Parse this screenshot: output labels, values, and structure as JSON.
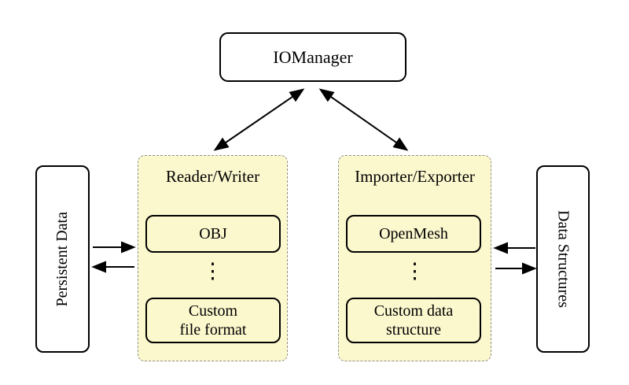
{
  "diagram": {
    "io_manager": {
      "label": "IOManager"
    },
    "reader_writer_panel": {
      "title": "Reader/Writer",
      "top_item": "OBJ",
      "ellipsis": "⋮",
      "bottom_item": "Custom\nfile format"
    },
    "importer_exporter_panel": {
      "title": "Importer/Exporter",
      "top_item": "OpenMesh",
      "ellipsis": "⋮",
      "bottom_item": "Custom data\nstructure"
    },
    "persistent_data": {
      "label": "Persistent Data"
    },
    "data_structures": {
      "label": "Data Structures"
    },
    "connections": [
      {
        "from": "IOManager",
        "to": "Reader/Writer",
        "type": "bidirectional"
      },
      {
        "from": "IOManager",
        "to": "Importer/Exporter",
        "type": "bidirectional"
      },
      {
        "from": "Persistent Data",
        "to": "Reader/Writer",
        "type": "one-way"
      },
      {
        "from": "Reader/Writer",
        "to": "Persistent Data",
        "type": "one-way"
      },
      {
        "from": "Data Structures",
        "to": "Importer/Exporter",
        "type": "one-way"
      },
      {
        "from": "Importer/Exporter",
        "to": "Data Structures",
        "type": "one-way"
      }
    ],
    "colors": {
      "panel_fill": "#fcf8ce",
      "panel_border": "#8f8f8f",
      "node_border": "#000000",
      "arrow": "#000000",
      "background": "#ffffff"
    }
  }
}
